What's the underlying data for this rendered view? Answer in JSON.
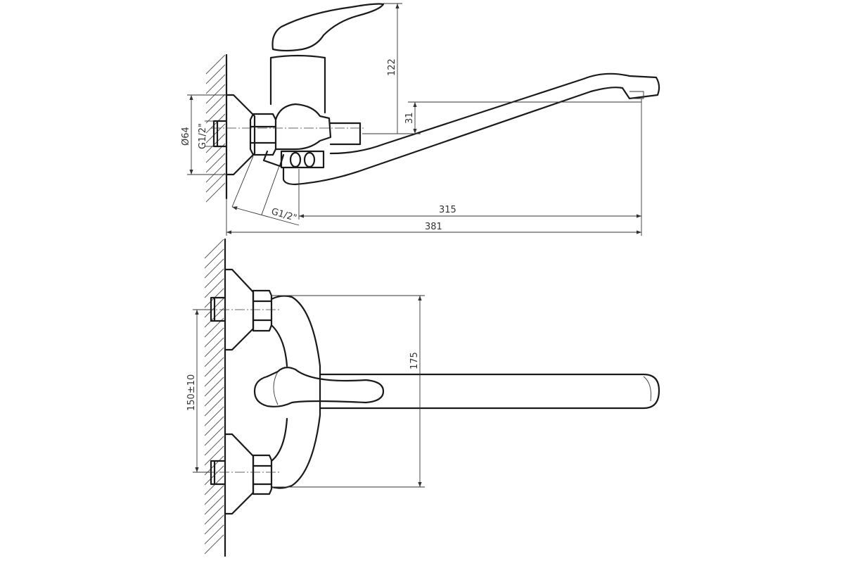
{
  "side_view": {
    "dim_handle_height": "122",
    "dim_spout_offset": "31",
    "dim_flange_diameter": "Ø64",
    "dim_inlet_thread": "G1/2\"",
    "dim_angled_thread": "G1/2\"",
    "dim_spout_reach": "315",
    "dim_total_length": "381"
  },
  "front_view": {
    "dim_body_height": "175",
    "dim_inlet_spacing": "150±10"
  }
}
